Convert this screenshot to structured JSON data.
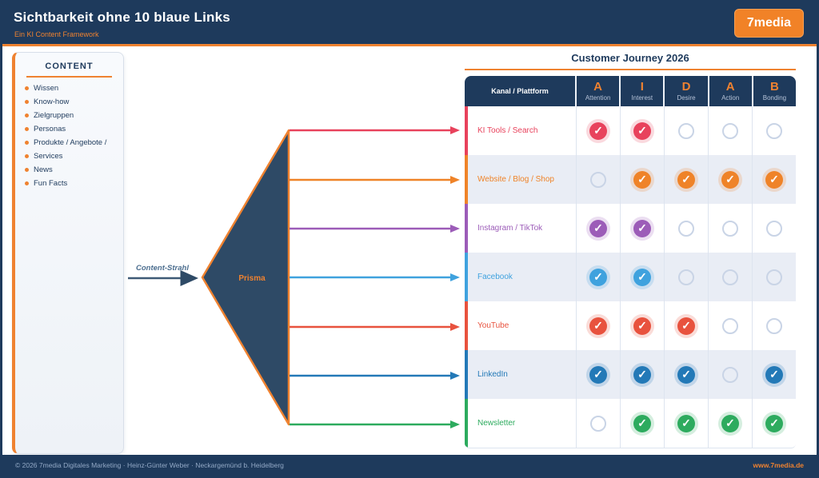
{
  "header": {
    "title": "Sichtbarkeit ohne 10 blaue Links",
    "subtitle": "Ein KI Content Framework",
    "logo": "7media"
  },
  "sidebar": {
    "title": "CONTENT",
    "items": [
      "Wissen",
      "Know-how",
      "Zielgruppen",
      "Personas",
      "Produkte / Angebote /",
      "Services",
      "News",
      "Fun Facts"
    ]
  },
  "diagram": {
    "beam_label": "Content-Strahl",
    "prism_label": "Prisma"
  },
  "journey": {
    "title": "Customer Journey 2026",
    "column_header": "Kanal / Plattform",
    "stages": [
      {
        "letter": "A",
        "label": "Attention"
      },
      {
        "letter": "I",
        "label": "Interest"
      },
      {
        "letter": "D",
        "label": "Desire"
      },
      {
        "letter": "A",
        "label": "Action"
      },
      {
        "letter": "B",
        "label": "Bonding"
      }
    ],
    "rows": [
      {
        "label": "KI Tools / Search",
        "color": "#e8425c",
        "checks": [
          true,
          true,
          false,
          false,
          false
        ]
      },
      {
        "label": "Website / Blog / Shop",
        "color": "#ef8328",
        "checks": [
          false,
          true,
          true,
          true,
          true
        ]
      },
      {
        "label": "Instagram / TikTok",
        "color": "#9c5cb8",
        "checks": [
          true,
          true,
          false,
          false,
          false
        ]
      },
      {
        "label": "Facebook",
        "color": "#3fa2de",
        "checks": [
          true,
          true,
          false,
          false,
          false
        ]
      },
      {
        "label": "YouTube",
        "color": "#e8523e",
        "checks": [
          true,
          true,
          true,
          false,
          false
        ]
      },
      {
        "label": "LinkedIn",
        "color": "#2379b7",
        "checks": [
          true,
          true,
          true,
          false,
          true
        ]
      },
      {
        "label": "Newsletter",
        "color": "#2dab5e",
        "checks": [
          false,
          true,
          true,
          true,
          true
        ]
      }
    ]
  },
  "footer": {
    "copyright": "© 2026 7media Digitales Marketing · Heinz-Günter Weber · Neckargemünd b. Heidelberg",
    "website": "www.7media.de"
  },
  "colors": {
    "navy": "#1e3a5c",
    "accent": "#ef8230",
    "check_glyph": "✓"
  }
}
